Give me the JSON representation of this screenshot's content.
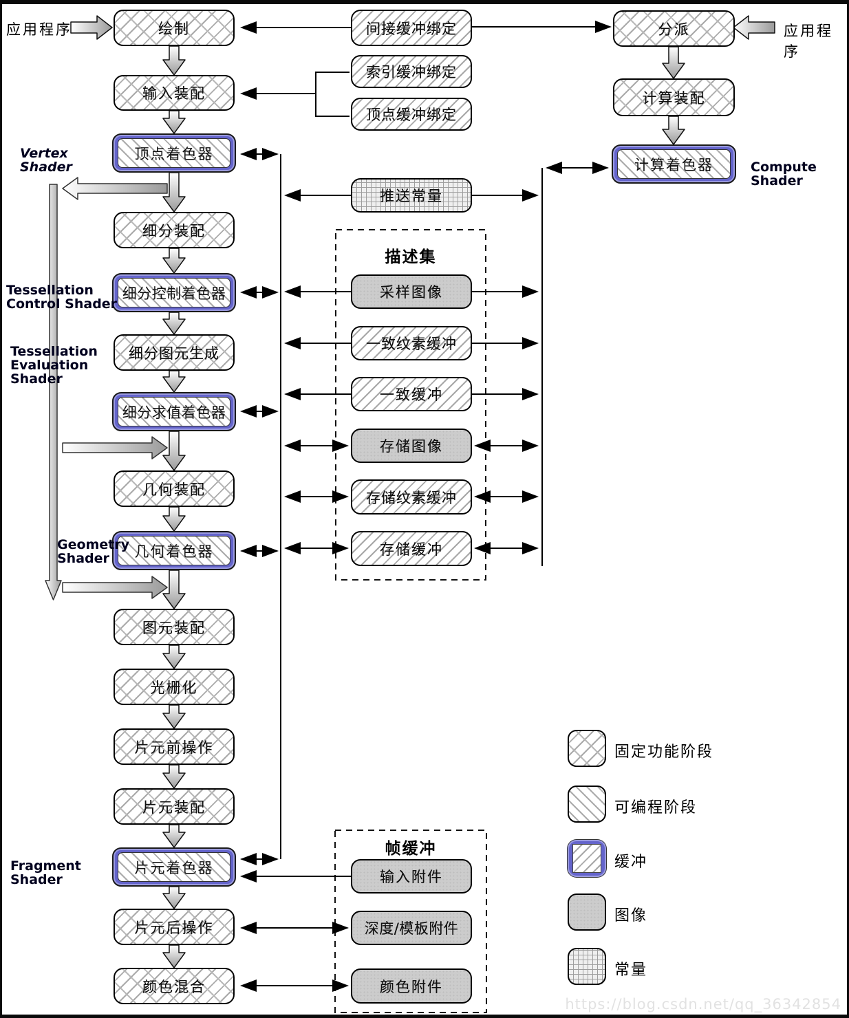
{
  "frame": {
    "app_left": "应用程序",
    "app_right": "应用程序",
    "watermark": "https://blog.csdn.net/qq_36342854"
  },
  "pipeline": {
    "stages": [
      {
        "label": "绘制",
        "type": "fixed"
      },
      {
        "label": "输入装配",
        "type": "fixed"
      },
      {
        "label": "顶点着色器",
        "type": "programmable"
      },
      {
        "label": "细分装配",
        "type": "fixed"
      },
      {
        "label": "细分控制着色器",
        "type": "programmable"
      },
      {
        "label": "细分图元生成",
        "type": "fixed"
      },
      {
        "label": "细分求值着色器",
        "type": "programmable"
      },
      {
        "label": "几何装配",
        "type": "fixed"
      },
      {
        "label": "几何着色器",
        "type": "programmable"
      },
      {
        "label": "图元装配",
        "type": "fixed"
      },
      {
        "label": "光栅化",
        "type": "fixed"
      },
      {
        "label": "片元前操作",
        "type": "fixed"
      },
      {
        "label": "片元装配",
        "type": "fixed"
      },
      {
        "label": "片元着色器",
        "type": "programmable"
      },
      {
        "label": "片元后操作",
        "type": "fixed"
      },
      {
        "label": "颜色混合",
        "type": "fixed"
      }
    ]
  },
  "compute": {
    "stages": [
      {
        "label": "分派",
        "type": "fixed"
      },
      {
        "label": "计算装配",
        "type": "fixed"
      },
      {
        "label": "计算着色器",
        "type": "programmable"
      }
    ]
  },
  "bindings": {
    "items": [
      {
        "label": "间接缓冲绑定"
      },
      {
        "label": "索引缓冲绑定"
      },
      {
        "label": "顶点缓冲绑定"
      }
    ]
  },
  "push_constants": {
    "label": "推送常量"
  },
  "descriptor_set": {
    "title": "描述集",
    "items": [
      {
        "label": "采样图像",
        "type": "image"
      },
      {
        "label": "一致纹素缓冲",
        "type": "buffer"
      },
      {
        "label": "一致缓冲",
        "type": "buffer"
      },
      {
        "label": "存储图像",
        "type": "image"
      },
      {
        "label": "存储纹素缓冲",
        "type": "buffer"
      },
      {
        "label": "存储缓冲",
        "type": "buffer"
      }
    ]
  },
  "framebuffer": {
    "title": "帧缓冲",
    "items": [
      {
        "label": "输入附件"
      },
      {
        "label": "深度/模板附件"
      },
      {
        "label": "颜色附件"
      }
    ]
  },
  "annotations": {
    "vertex": "Vertex Shader",
    "tess_control": "Tessellation Control Shader",
    "tess_eval": "Tessellation Evaluation Shader",
    "geometry": "Geometry Shader",
    "fragment": "Fragment Shader",
    "compute": "Compute Shader"
  },
  "legend": {
    "items": [
      {
        "label": "固定功能阶段",
        "type": "fixed"
      },
      {
        "label": "可编程阶段",
        "type": "programmable"
      },
      {
        "label": "缓冲",
        "type": "buffer"
      },
      {
        "label": "图像",
        "type": "image"
      },
      {
        "label": "常量",
        "type": "constant"
      }
    ]
  },
  "colors": {
    "buffer_blue": "#6464cb",
    "line": "#000000"
  }
}
